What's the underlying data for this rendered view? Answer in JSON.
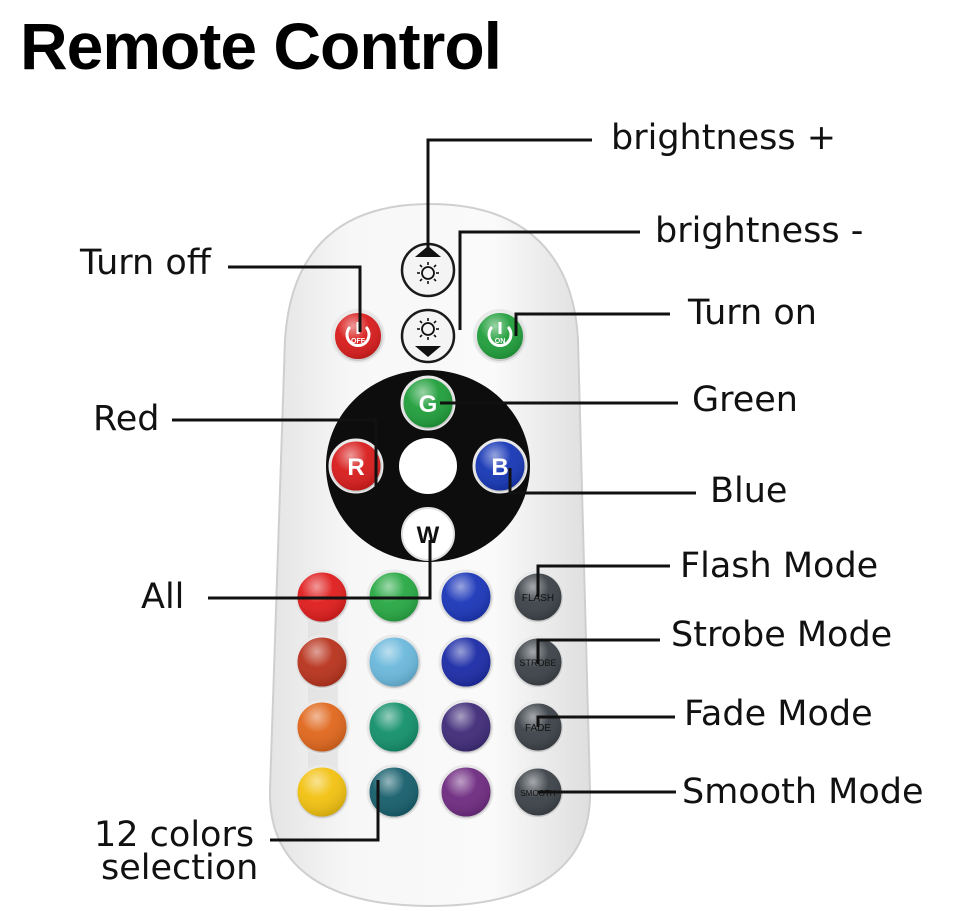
{
  "title": "Remote Control",
  "labels": {
    "brightness_up": "brightness +",
    "brightness_down": "brightness -",
    "turn_off": "Turn off",
    "turn_on": "Turn on",
    "green": "Green",
    "red": "Red",
    "blue": "Blue",
    "all": "All",
    "flash_mode": "Flash Mode",
    "strobe_mode": "Strobe Mode",
    "fade_mode": "Fade Mode",
    "smooth_mode": "Smooth Mode",
    "colors_line1": "12 colors",
    "colors_line2": "selection"
  },
  "buttons": {
    "off": "OFF",
    "on": "ON",
    "g": "G",
    "r": "R",
    "b": "B",
    "w": "W",
    "flash": "FLASH",
    "strobe": "STROBE",
    "fade": "FADE",
    "smooth": "SMOOTH"
  },
  "icons": {
    "brightness_up": "sun-up-arrow-icon",
    "brightness_down": "sun-down-arrow-icon",
    "power": "power-icon"
  },
  "colors": {
    "red": "#d81b1b",
    "green": "#1f9e3a",
    "blue": "#1636b5",
    "ring": "#0d0d0d",
    "color_grid": [
      [
        "#e01c1c",
        "#27a843",
        "#1a35b8"
      ],
      [
        "#b8321c",
        "#6ab8dc",
        "#1b2aa6"
      ],
      [
        "#e0661b",
        "#13906a",
        "#3e2a78"
      ],
      [
        "#f2c10f",
        "#155e6b",
        "#6e2a80"
      ]
    ],
    "mode_button": "#3b4147"
  }
}
